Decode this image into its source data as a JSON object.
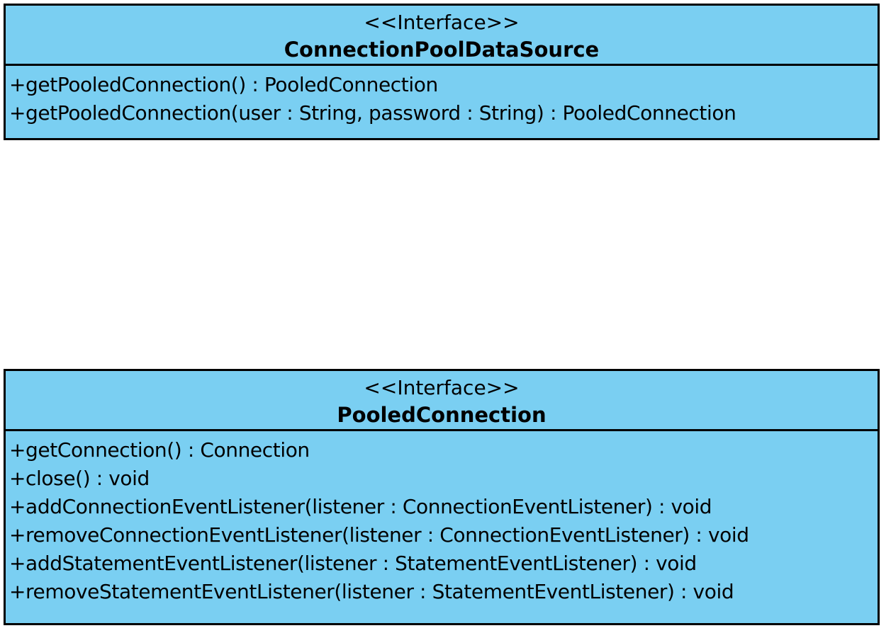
{
  "diagram": {
    "type": "uml-class-diagram",
    "background_color": "#ffffff",
    "box_fill_color": "#7ACFF2",
    "box_border_color": "#000000",
    "text_color": "#000000",
    "classes": [
      {
        "stereotype": "<<Interface>>",
        "name": "ConnectionPoolDataSource",
        "methods": [
          "+getPooledConnection() : PooledConnection",
          "+getPooledConnection(user : String, password : String) : PooledConnection"
        ]
      },
      {
        "stereotype": "<<Interface>>",
        "name": "PooledConnection",
        "methods": [
          "+getConnection() : Connection",
          "+close() : void",
          "+addConnectionEventListener(listener : ConnectionEventListener) : void",
          "+removeConnectionEventListener(listener : ConnectionEventListener) : void",
          "+addStatementEventListener(listener : StatementEventListener) : void",
          "+removeStatementEventListener(listener : StatementEventListener) : void"
        ]
      }
    ]
  }
}
